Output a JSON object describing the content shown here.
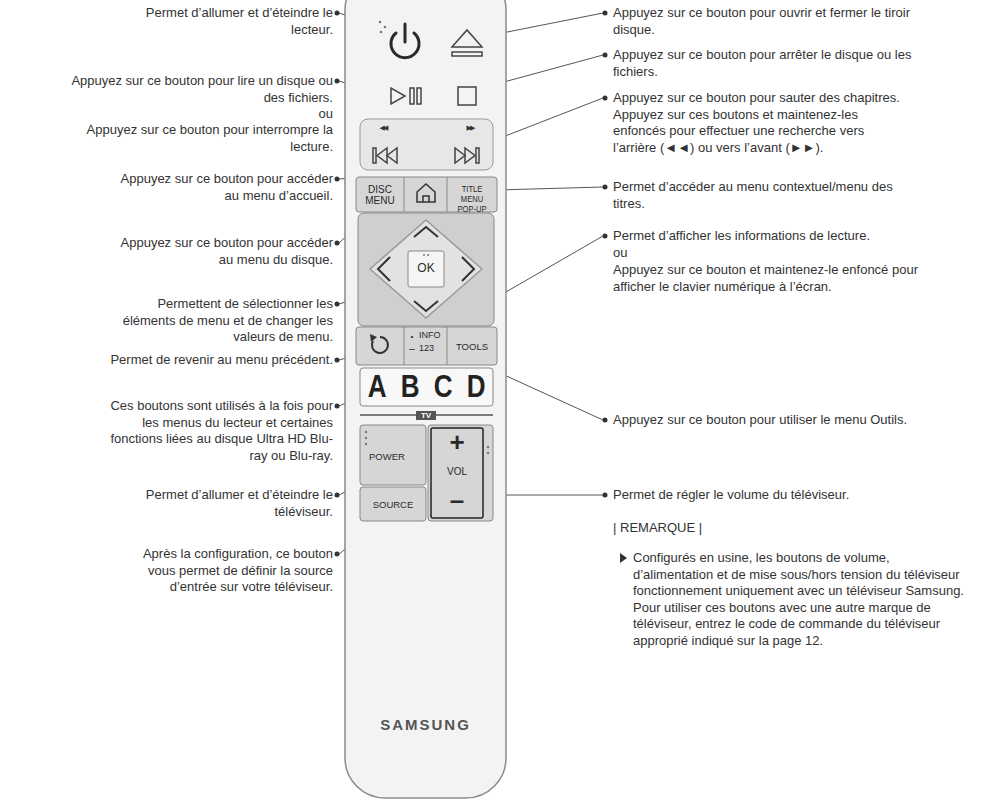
{
  "diagram": {
    "labels": [
      "Permet d’allumer et d’éteindre le lecteur.",
      "Appuyez sur ce bouton pour lire un disque ou des fichiers.",
      "ou",
      "Appuyez sur ce bouton pour interrompre la lecture.",
      "Appuyez sur ce bouton pour accéder au menu d’accueil.",
      "Appuyez sur ce bouton pour accéder au menu du disque.",
      "Permettent de sélectionner les éléments de menu et de changer les valeurs de menu.",
      "Permet de revenir au menu précédent.",
      "Ces boutons sont utilisés à la fois pour les menus du lecteur et certaines fonctions liées au disque Ultra HD Blu-ray ou Blu-ray.",
      "Permet d’allumer et d’éteindre le téléviseur.",
      "Après la configuration, ce bouton vous permet de définir la source d’entrée sur votre téléviseur.",
      "Appuyez sur ce bouton pour ouvrir et fermer le tiroir disque.",
      "Appuyez sur ce bouton pour arrêter le disque ou les fichiers.",
      "Appuyez sur ce bouton pour sauter des chapitres. Appuyez sur ces boutons et maintenez-les enfoncés pour effectuer une recherche vers l’arrière (◄◄) ou vers l’avant (►►).",
      "Permet d’accéder au menu contextuel/menu des titres.",
      "Permet d’afficher les informations de lecture.",
      "ou",
      "Appuyez sur ce bouton et maintenez-le enfoncé pour afficher le clavier numérique à l’écran.",
      "Appuyez sur ce bouton pour utiliser le menu Outils.",
      "Permet de régler le volume du téléviseur.",
      "| REMARQUE |",
      "Configurés en usine, les boutons de volume, d’alimentation et de mise sous/hors tension du téléviseur fonctionnement uniquement avec un téléviseur Samsung. Pour utiliser ces boutons avec une autre marque de téléviseur, entrez le code de commande du téléviseur approprié indiqué sur la page 12.",
      "DISC MENU",
      "TITLE MENU POP-UP",
      "OK",
      "•",
      "INFO",
      "–",
      "123",
      "TOOLS",
      "A",
      "B",
      "C",
      "D",
      "TV",
      "POWER",
      "SOURCE",
      "+",
      "VOL",
      "–",
      "SAMSUNG",
      "◀◀",
      "▶▶"
    ]
  }
}
